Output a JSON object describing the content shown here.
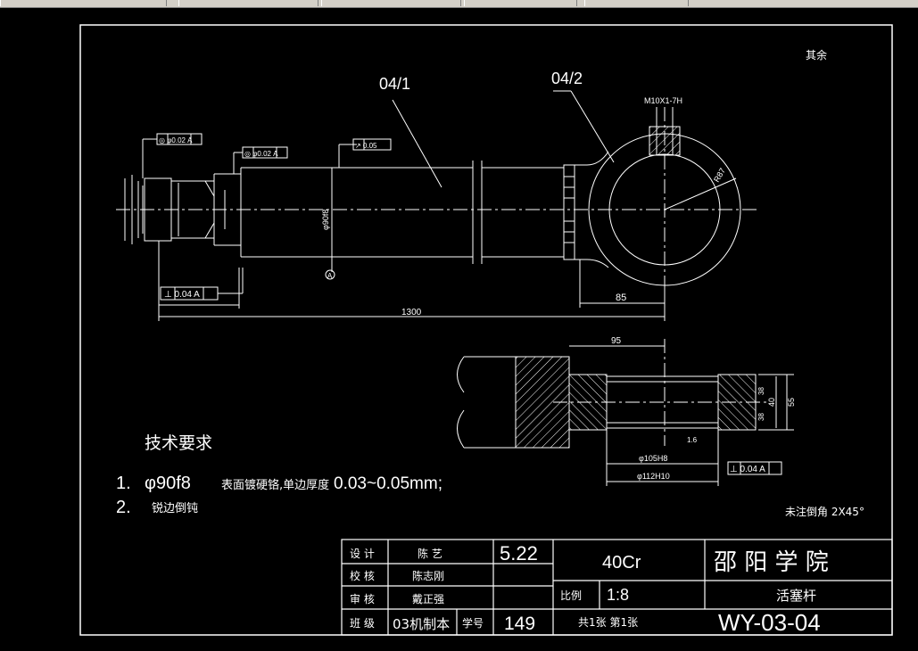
{
  "colors": {
    "background": "#000000",
    "line": "#ffffff",
    "chrome": "#d4d0c8"
  },
  "labels": {
    "part1": "04/1",
    "part2": "04/2",
    "thread": "M10X1-7H",
    "roughness_note": "其余",
    "fcf_left_top": "◎ φ0.02 A",
    "fcf_left_2": "◎ φ0.02 A",
    "fcf_rod": "↗ 0.05",
    "fcf_bottom_left": "⊥ 0.04 A",
    "fcf_bottom_right": "⊥ 0.04 A",
    "dim_length": "1300",
    "dim_85": "85",
    "dim_95": "95",
    "dim_rod_dia": "φ90f8",
    "dim_R87": "R87",
    "dim_105": "φ105H8",
    "dim_112": "φ112H10",
    "dim_40": "40",
    "dim_55": "55",
    "dim_38a": "38",
    "dim_38b": "38",
    "dim_18": "1.6",
    "datum": "A",
    "chamfer_note": "未注倒角 2X45°"
  },
  "tech": {
    "title": "技术要求",
    "item1_num": "1.",
    "item1_dim": "φ90f8",
    "item1_text": "表面镀硬铬,单边厚度",
    "item1_range": "0.03~0.05mm;",
    "item2_num": "2.",
    "item2_text": "锐边倒钝"
  },
  "title_block": {
    "r1_label": "设  计",
    "r1_name": "陈  艺",
    "r1_date": "5.22",
    "r2_label": "校  核",
    "r2_name": "陈志刚",
    "r3_label": "审  核",
    "r3_name": "戴正强",
    "r4_label": "班  级",
    "r4_class": "03机制本",
    "r4_idlabel": "学号",
    "r4_id": "149",
    "material": "40Cr",
    "scale_label": "比例",
    "scale": "1:8",
    "sheets": "共1张  第1张",
    "school": "邵  阳  学  院",
    "part_name": "活塞杆",
    "drawing_no": "WY-03-04"
  }
}
